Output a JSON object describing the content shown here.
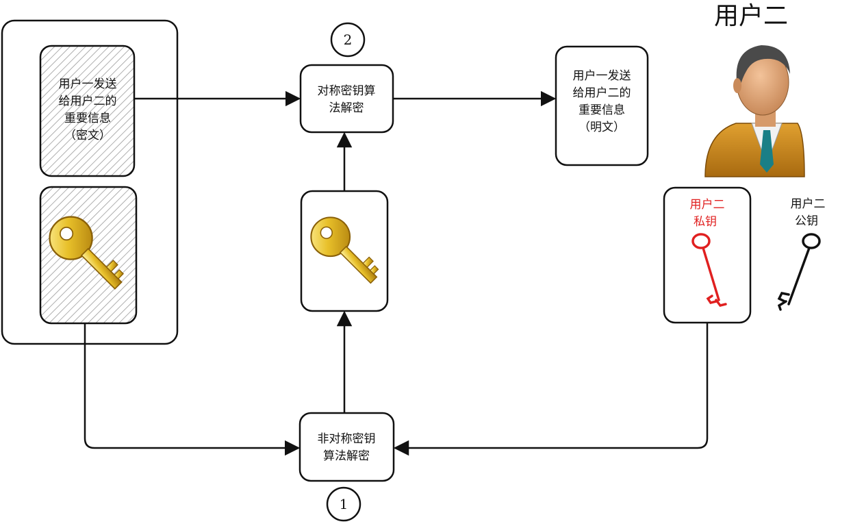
{
  "user2": {
    "title": "用户二"
  },
  "sender_panel": {
    "ciphertext_lines": [
      "用户一发送",
      "给用户二的",
      "重要信息",
      "（密文）"
    ]
  },
  "symmetric_box": {
    "lines": [
      "对称密钥算",
      "法解密"
    ],
    "step": "2"
  },
  "asymmetric_box": {
    "lines": [
      "非对称密钥",
      "算法解密"
    ],
    "step": "1"
  },
  "plaintext_box": {
    "lines": [
      "用户一发送",
      "给用户二的",
      "重要信息",
      "（明文）"
    ]
  },
  "private_key_box": {
    "lines": [
      "用户二",
      "私钥"
    ],
    "color": "#e02020"
  },
  "public_key": {
    "lines": [
      "用户二",
      "公钥"
    ],
    "color": "#111111"
  },
  "key_color": "#e8c02a"
}
